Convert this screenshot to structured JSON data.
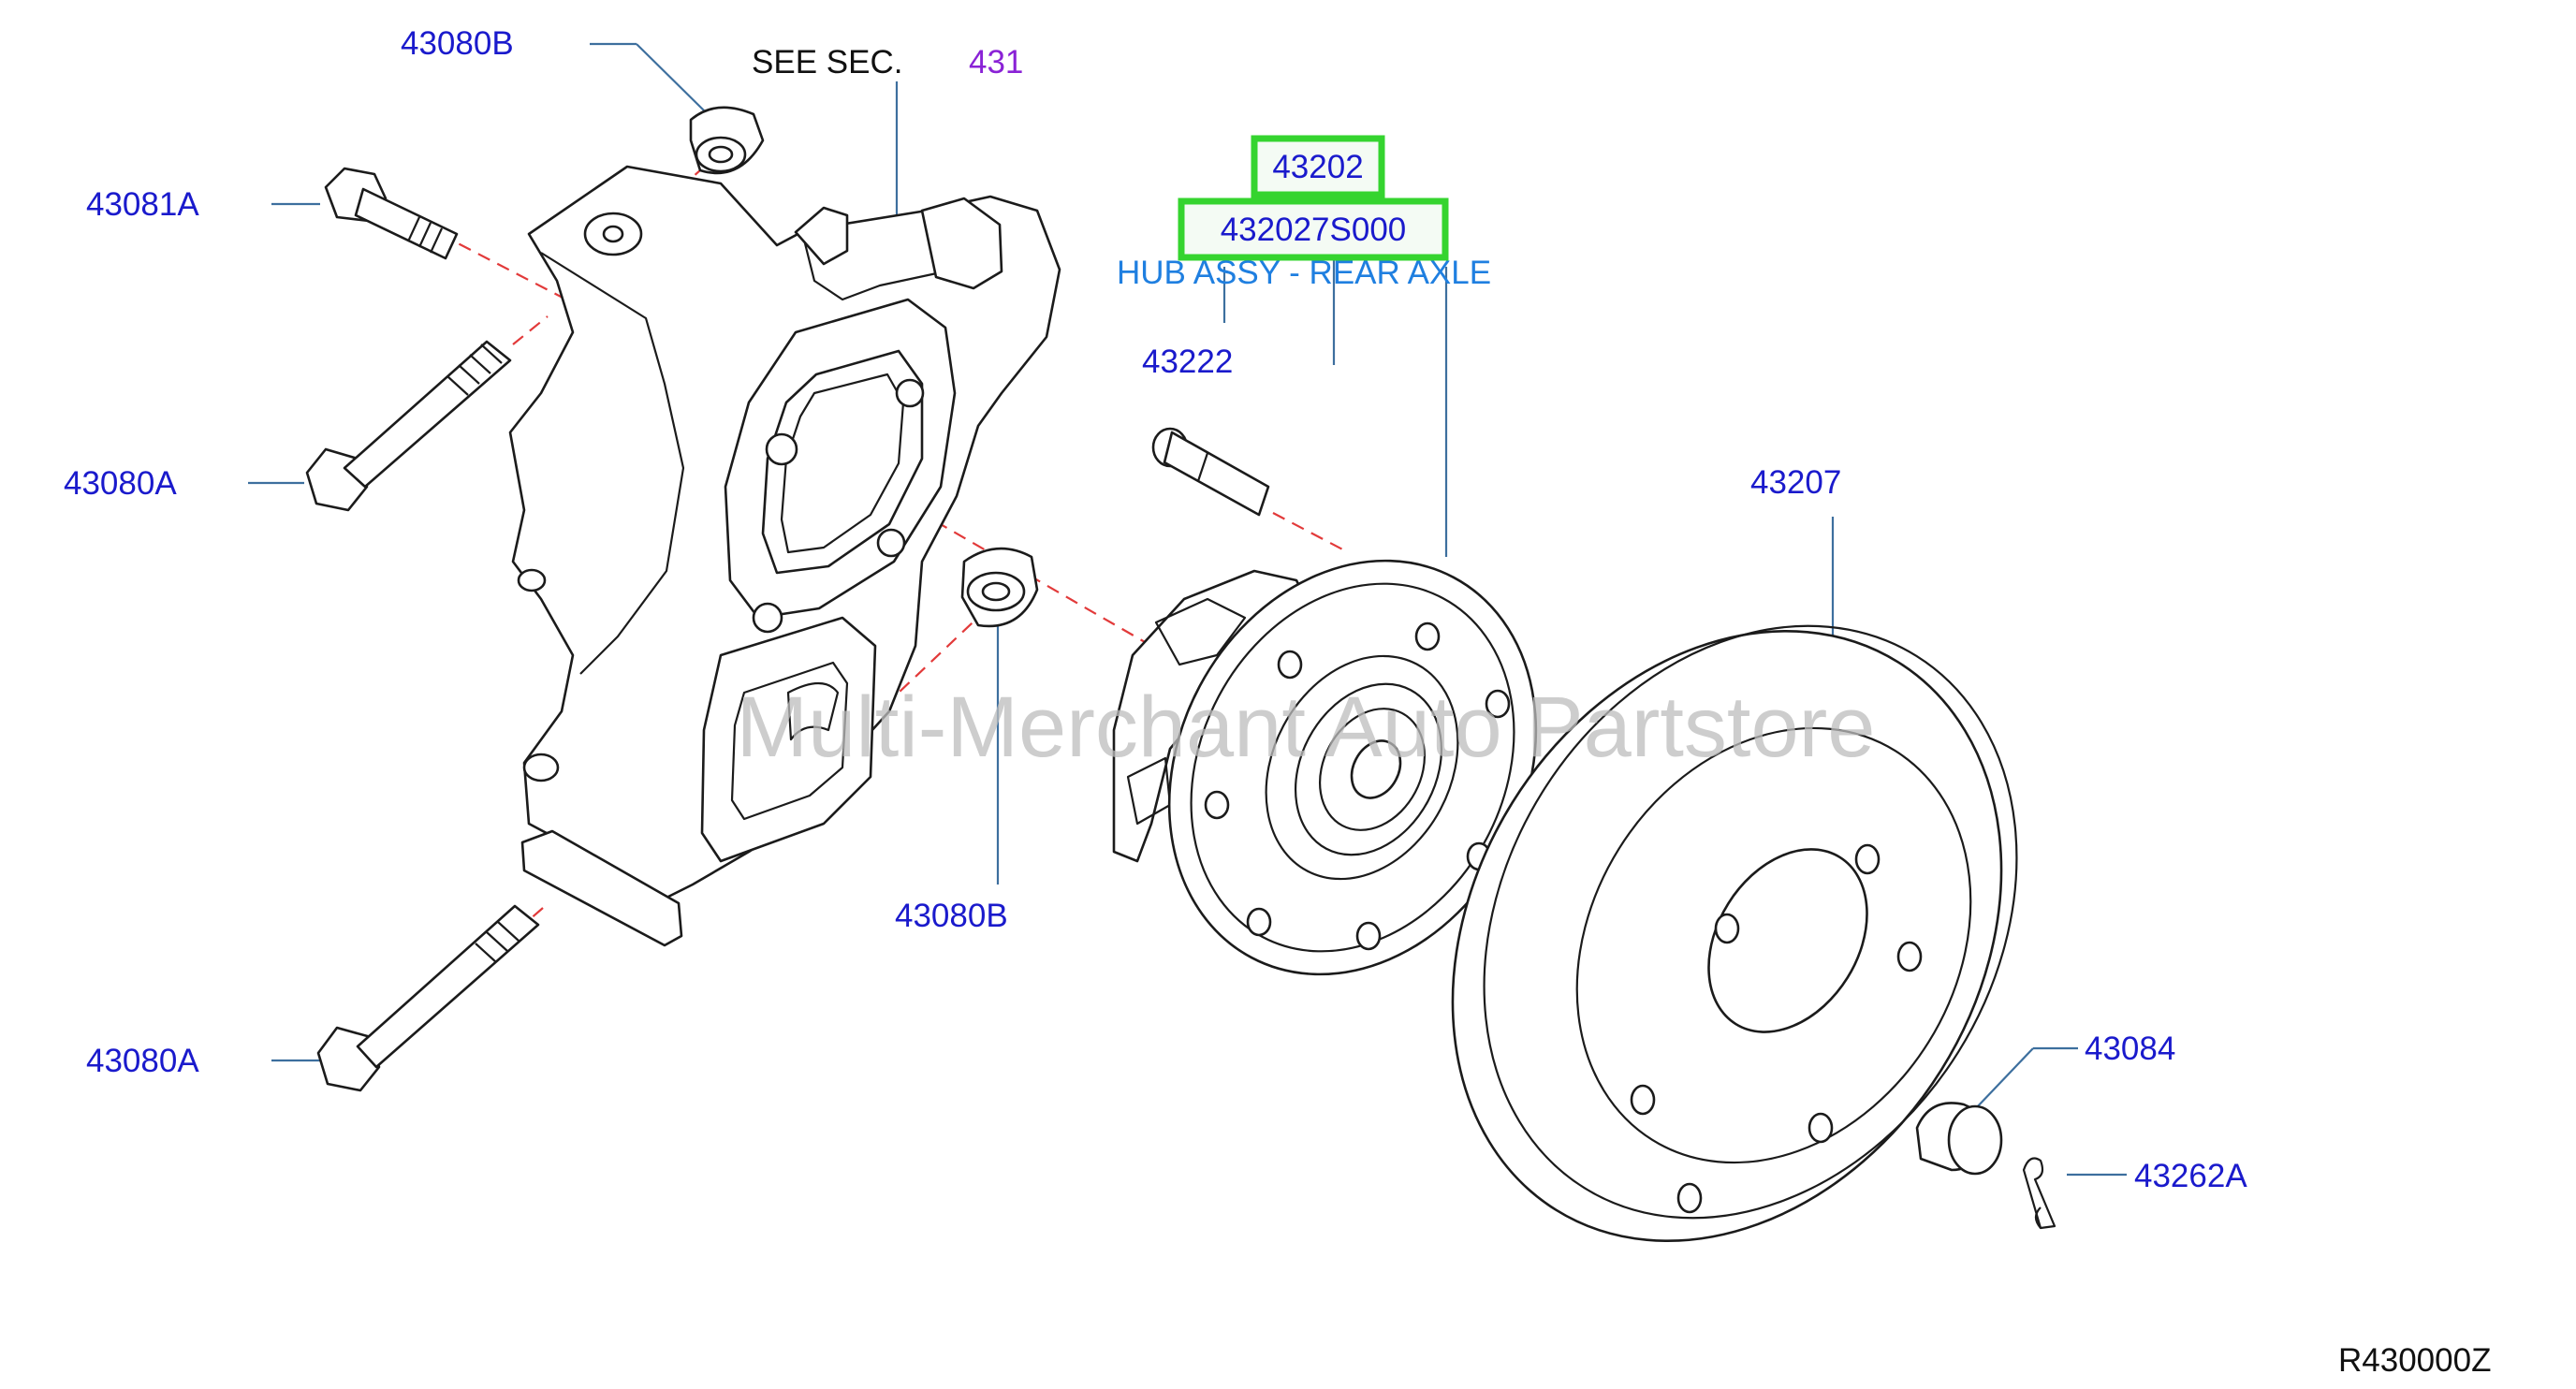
{
  "see_section": {
    "prefix": "SEE   SEC.",
    "number": "431"
  },
  "labels": {
    "bolt_top_left": "43081A",
    "bushing_top": "43080B",
    "bolt_mid_left": "43080A",
    "bolt_bottom_left": "43080A",
    "bushing_mid": "43080B",
    "hub_part": "43202",
    "hub_part_number": "432027S000",
    "hub_description": "HUB ASSY - REAR AXLE",
    "stud": "43222",
    "rotor": "43207",
    "cap": "43084",
    "clip": "43262A"
  },
  "watermark": "Multi-Merchant Auto Partstore",
  "figure_code": "R430000Z",
  "colors": {
    "label": "#1a1acc",
    "see_section_number": "#8a22d6",
    "description": "#1f7fe0",
    "highlight": "#35d42f",
    "dashed_axis": "#e23a3a"
  }
}
